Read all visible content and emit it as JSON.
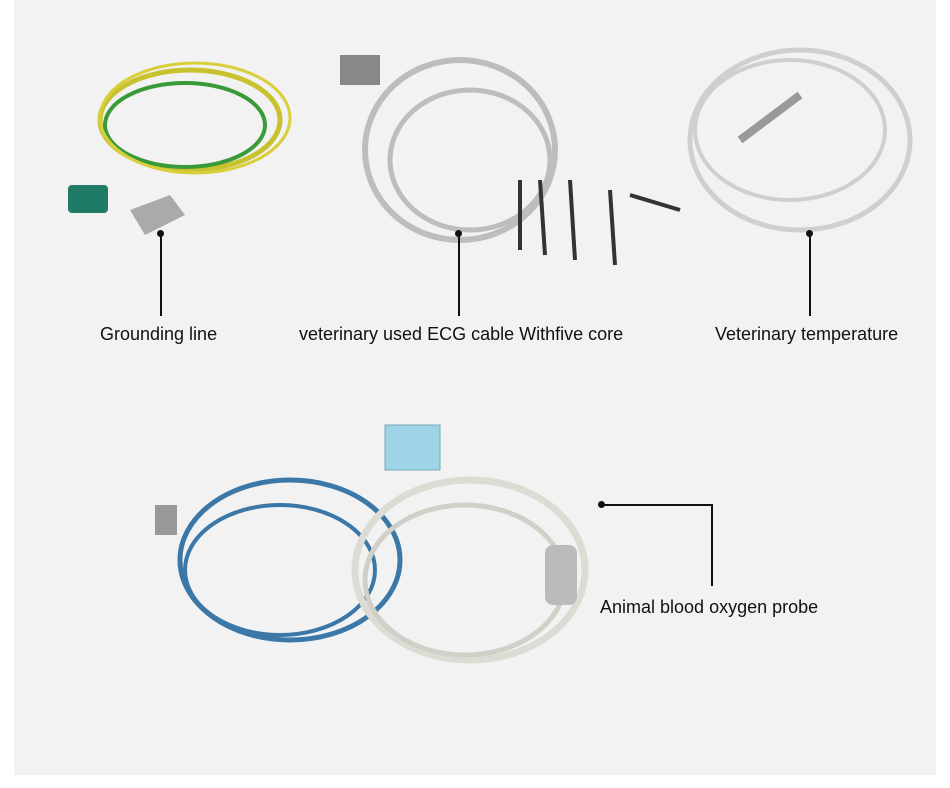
{
  "labels": {
    "grounding": "Grounding line",
    "ecg": "veterinary used ECG cable Withfive core",
    "temperature": "Veterinary temperature",
    "oxygen": "Animal blood oxygen probe"
  },
  "colors": {
    "background": "#f2f2f2",
    "line": "#111111"
  }
}
